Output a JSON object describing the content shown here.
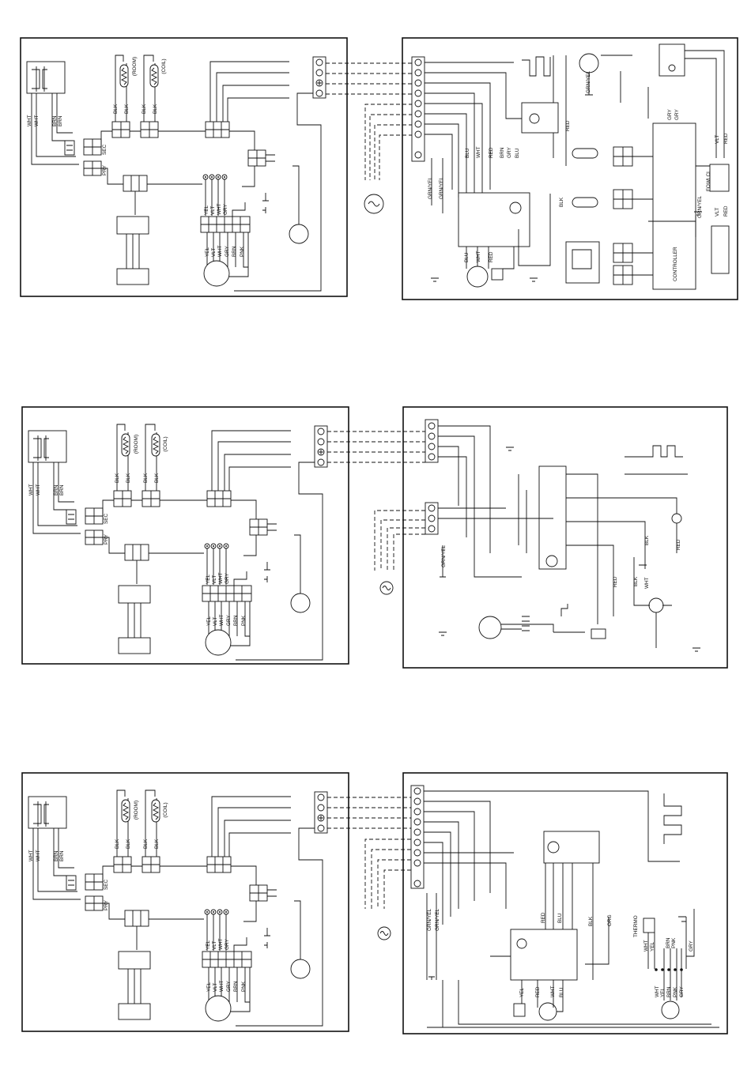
{
  "diagrams": [
    {
      "indoor": {
        "sensor_labels": [
          "(ROOM)",
          "(COIL)"
        ],
        "sensor_wires": [
          "BLK",
          "BLK",
          "BLK",
          "BLK"
        ],
        "transformer_wires": [
          "WHT",
          "WHT",
          "BRN",
          "BRN"
        ],
        "transformer_taps": [
          "SEC",
          "PRY"
        ],
        "motor_top_wires": [
          "YEL",
          "VLT",
          "WHT",
          "GRY"
        ],
        "motor_wires": [
          "YEL",
          "VLT",
          "WHT",
          "GRY",
          "BRN",
          "PNK"
        ]
      },
      "outdoor_panel_1": {
        "left_wires": [
          "GRN/YEL",
          "GRN/YEL"
        ],
        "relay_wires_top": [
          "BLU",
          "WHT",
          "RED",
          "BRN",
          "GRY",
          "BLU"
        ],
        "relay_wires_bottom": [
          "BLU",
          "WHT",
          "RED"
        ],
        "fan_wire": "GRN/YEL",
        "misc_wires": [
          "RED",
          "BLK"
        ],
        "right_wires": [
          "GRY",
          "GRY",
          "VLT",
          "RED",
          "GRN/YEL",
          "VLT",
          "RED"
        ],
        "controller_label": "CONTROLLER",
        "overload_label": "FOWLCL"
      }
    },
    {
      "indoor": {
        "sensor_labels": [
          "(ROOM)",
          "(COIL)"
        ],
        "sensor_wires": [
          "BLK",
          "BLK",
          "BLK",
          "BLK"
        ],
        "transformer_wires": [
          "WHT",
          "WHT",
          "BRN",
          "BRN"
        ],
        "transformer_taps": [
          "SEC",
          "PRY"
        ],
        "motor_top_wires": [
          "YEL",
          "VLT",
          "WHT",
          "GRY"
        ],
        "motor_wires": [
          "YEL",
          "VLT",
          "WHT",
          "GRY",
          "BRN",
          "PNK"
        ]
      },
      "outdoor_panel_2": {
        "ground_wire": "GRN/YEL",
        "wires": [
          "BLK",
          "RED",
          "RED",
          "BLK",
          "WHT"
        ]
      }
    },
    {
      "indoor": {
        "sensor_labels": [
          "(ROOM)",
          "(COIL)"
        ],
        "sensor_wires": [
          "BLK",
          "BLK",
          "BLK",
          "BLK"
        ],
        "transformer_wires": [
          "WHT",
          "WHT",
          "BRN",
          "BRN"
        ],
        "transformer_taps": [
          "SEC",
          "PRY"
        ],
        "motor_top_wires": [
          "YEL",
          "VLT",
          "WHT",
          "GRY"
        ],
        "motor_wires": [
          "YEL",
          "VLT",
          "WHT",
          "GRY",
          "BRN",
          "PNK"
        ]
      },
      "outdoor_panel_3": {
        "left_wires": [
          "GRN/YEL",
          "GRN/YEL"
        ],
        "relay_wires": [
          "RED",
          "BLU",
          "BLK",
          "ORG"
        ],
        "thermo_label": "THERMO",
        "thermo_wires": [
          "WHT",
          "YEL"
        ],
        "right_wires": [
          "BRN",
          "PNK",
          "GRY"
        ],
        "bottom_wires_left": [
          "YEL",
          "RED",
          "WHT",
          "BLU"
        ],
        "bottom_wires_right": [
          "WHT",
          "YEL",
          "BRN",
          "PNK",
          "GRY"
        ]
      }
    }
  ]
}
